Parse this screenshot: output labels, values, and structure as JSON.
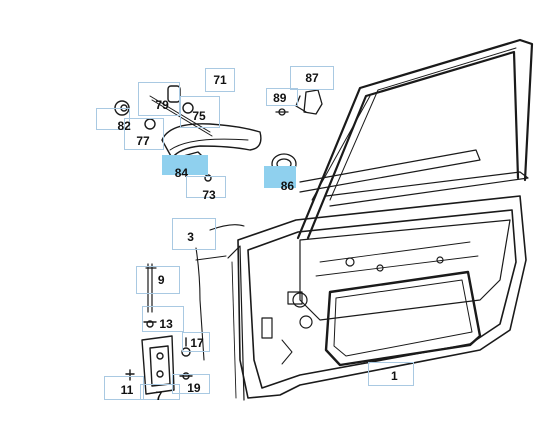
{
  "diagram": {
    "callouts": [
      {
        "id": "c71",
        "label": "71",
        "highlighted": false
      },
      {
        "id": "c87",
        "label": "87",
        "highlighted": false
      },
      {
        "id": "c79",
        "label": "79",
        "highlighted": false
      },
      {
        "id": "c75",
        "label": "75",
        "highlighted": false
      },
      {
        "id": "c82",
        "label": "82",
        "highlighted": false
      },
      {
        "id": "c77",
        "label": "77",
        "highlighted": false
      },
      {
        "id": "c89",
        "label": "89",
        "highlighted": false
      },
      {
        "id": "c84",
        "label": "84",
        "highlighted": true
      },
      {
        "id": "c86",
        "label": "86",
        "highlighted": true
      },
      {
        "id": "c73",
        "label": "73",
        "highlighted": false
      },
      {
        "id": "c3",
        "label": "3",
        "highlighted": false
      },
      {
        "id": "c9",
        "label": "9",
        "highlighted": false
      },
      {
        "id": "c13",
        "label": "13",
        "highlighted": false
      },
      {
        "id": "c17",
        "label": "17",
        "highlighted": false
      },
      {
        "id": "c1",
        "label": "1",
        "highlighted": false
      },
      {
        "id": "c11",
        "label": "11",
        "highlighted": false
      },
      {
        "id": "c7",
        "label": "7",
        "highlighted": false
      },
      {
        "id": "c19",
        "label": "19",
        "highlighted": false
      }
    ],
    "colors": {
      "line": "#1a1a1a",
      "callout_border": "#a9c9e2",
      "highlight": "#8fd0ee"
    }
  }
}
